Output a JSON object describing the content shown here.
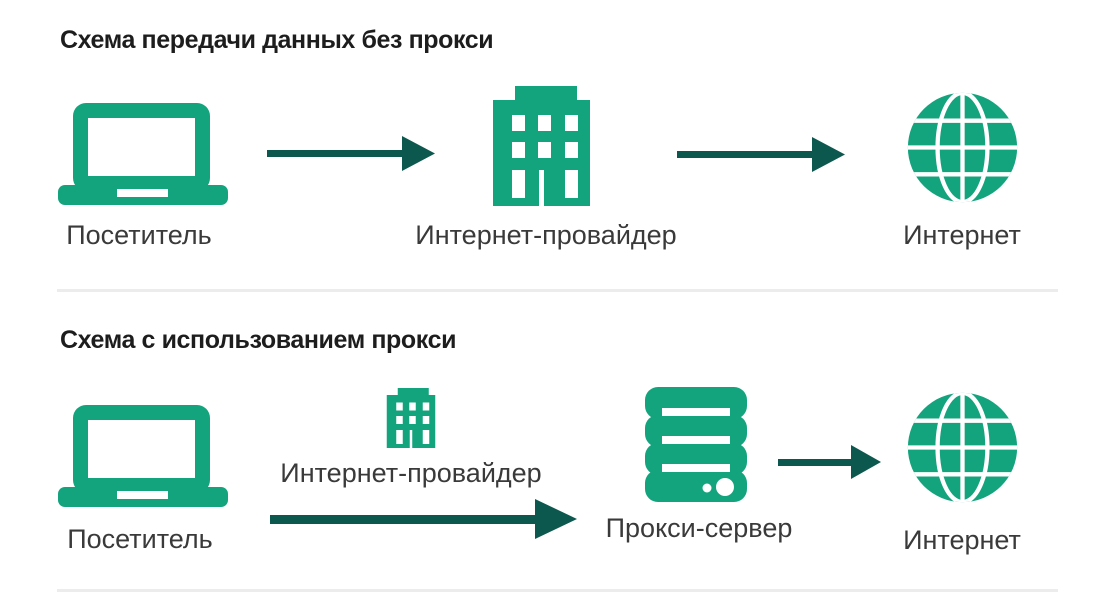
{
  "colors": {
    "icon_green": "#14A47D",
    "arrow_teal": "#0D584E",
    "title_text": "#1D1D1D",
    "label_text": "#3A3A3A",
    "divider": "#ECECEC",
    "background": "#FFFFFF"
  },
  "scheme_without_proxy": {
    "title": "Схема передачи данных без прокси",
    "nodes": [
      {
        "icon": "laptop-icon",
        "label": "Посетитель"
      },
      {
        "icon": "building-icon",
        "label": "Интернет-провайдер"
      },
      {
        "icon": "globe-icon",
        "label": "Интернет"
      }
    ]
  },
  "scheme_with_proxy": {
    "title": "Схема с использованием прокси",
    "nodes": [
      {
        "icon": "laptop-icon",
        "label": "Посетитель"
      },
      {
        "icon": "building-icon",
        "label": "Интернет-провайдер"
      },
      {
        "icon": "server-icon",
        "label": "Прокси-сервер"
      },
      {
        "icon": "globe-icon",
        "label": "Интернет"
      }
    ]
  }
}
